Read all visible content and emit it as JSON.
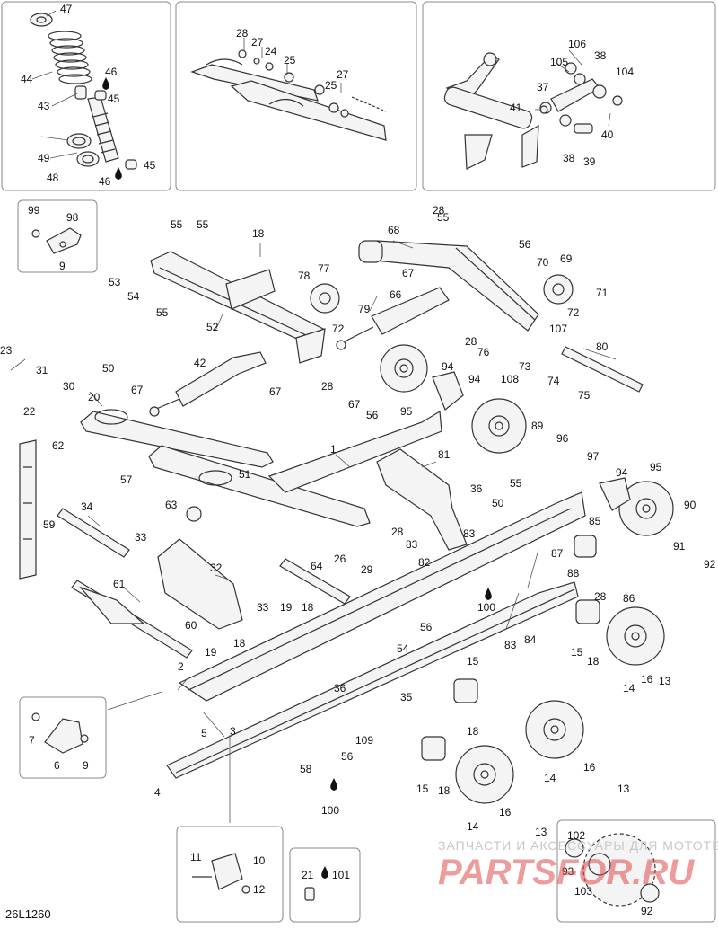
{
  "diagram": {
    "code": "26L1260",
    "watermark": {
      "line1": "ЗАПЧАСТИ И АКСЕССУАРЫ ДЛЯ МОТОТЕХНИКИ",
      "line2": "PARTSFOR.RU"
    },
    "oil_drop_labels": [
      "46",
      "46",
      "100",
      "100",
      "101"
    ],
    "callouts": [
      {
        "id": "c47",
        "n": "47"
      },
      {
        "id": "c44",
        "n": "44"
      },
      {
        "id": "c46a",
        "n": "46"
      },
      {
        "id": "c43",
        "n": "43"
      },
      {
        "id": "c45a",
        "n": "45"
      },
      {
        "id": "c49",
        "n": "49"
      },
      {
        "id": "c48",
        "n": "48"
      },
      {
        "id": "c45b",
        "n": "45"
      },
      {
        "id": "c46b",
        "n": "46"
      },
      {
        "id": "c28a",
        "n": "28"
      },
      {
        "id": "c27a",
        "n": "27"
      },
      {
        "id": "c24",
        "n": "24"
      },
      {
        "id": "c25a",
        "n": "25"
      },
      {
        "id": "c27b",
        "n": "27"
      },
      {
        "id": "c25b",
        "n": "25"
      },
      {
        "id": "c106",
        "n": "106"
      },
      {
        "id": "c105",
        "n": "105"
      },
      {
        "id": "c38a",
        "n": "38"
      },
      {
        "id": "c104",
        "n": "104"
      },
      {
        "id": "c37",
        "n": "37"
      },
      {
        "id": "c41",
        "n": "41"
      },
      {
        "id": "c40",
        "n": "40"
      },
      {
        "id": "c38b",
        "n": "38"
      },
      {
        "id": "c39",
        "n": "39"
      },
      {
        "id": "c99",
        "n": "99"
      },
      {
        "id": "c98",
        "n": "98"
      },
      {
        "id": "c9a",
        "n": "9"
      },
      {
        "id": "c55a",
        "n": "55"
      },
      {
        "id": "c55b",
        "n": "55"
      },
      {
        "id": "c18a",
        "n": "18"
      },
      {
        "id": "c53",
        "n": "53"
      },
      {
        "id": "c54a",
        "n": "54"
      },
      {
        "id": "c55c",
        "n": "55"
      },
      {
        "id": "c52",
        "n": "52"
      },
      {
        "id": "c78",
        "n": "78"
      },
      {
        "id": "c77",
        "n": "77"
      },
      {
        "id": "c79",
        "n": "79"
      },
      {
        "id": "c72a",
        "n": "72"
      },
      {
        "id": "c55d",
        "n": "55"
      },
      {
        "id": "c28b",
        "n": "28"
      },
      {
        "id": "c68",
        "n": "68"
      },
      {
        "id": "c56a",
        "n": "56"
      },
      {
        "id": "c70",
        "n": "70"
      },
      {
        "id": "c69",
        "n": "69"
      },
      {
        "id": "c67a",
        "n": "67"
      },
      {
        "id": "c66",
        "n": "66"
      },
      {
        "id": "c71",
        "n": "71"
      },
      {
        "id": "c72b",
        "n": "72"
      },
      {
        "id": "c28c",
        "n": "28"
      },
      {
        "id": "c76",
        "n": "76"
      },
      {
        "id": "c107",
        "n": "107"
      },
      {
        "id": "c80",
        "n": "80"
      },
      {
        "id": "c73",
        "n": "73"
      },
      {
        "id": "c74",
        "n": "74"
      },
      {
        "id": "c75",
        "n": "75"
      },
      {
        "id": "c23",
        "n": "23"
      },
      {
        "id": "c31",
        "n": "31"
      },
      {
        "id": "c22",
        "n": "22"
      },
      {
        "id": "c30",
        "n": "30"
      },
      {
        "id": "c50a",
        "n": "50"
      },
      {
        "id": "c42",
        "n": "42"
      },
      {
        "id": "c67b",
        "n": "67"
      },
      {
        "id": "c20",
        "n": "20"
      },
      {
        "id": "c67c",
        "n": "67"
      },
      {
        "id": "c28d",
        "n": "28"
      },
      {
        "id": "c67d",
        "n": "67"
      },
      {
        "id": "c56b",
        "n": "56"
      },
      {
        "id": "c95a",
        "n": "95"
      },
      {
        "id": "c94a",
        "n": "94"
      },
      {
        "id": "c94b",
        "n": "94"
      },
      {
        "id": "c108",
        "n": "108"
      },
      {
        "id": "c89",
        "n": "89"
      },
      {
        "id": "c96",
        "n": "96"
      },
      {
        "id": "c97",
        "n": "97"
      },
      {
        "id": "c94c",
        "n": "94"
      },
      {
        "id": "c95b",
        "n": "95"
      },
      {
        "id": "c90",
        "n": "90"
      },
      {
        "id": "c91",
        "n": "91"
      },
      {
        "id": "c92a",
        "n": "92"
      },
      {
        "id": "c62",
        "n": "62"
      },
      {
        "id": "c1",
        "n": "1"
      },
      {
        "id": "c81",
        "n": "81"
      },
      {
        "id": "c51",
        "n": "51"
      },
      {
        "id": "c57",
        "n": "57"
      },
      {
        "id": "c63",
        "n": "63"
      },
      {
        "id": "c59",
        "n": "59"
      },
      {
        "id": "c34",
        "n": "34"
      },
      {
        "id": "c33a",
        "n": "33"
      },
      {
        "id": "c36a",
        "n": "36"
      },
      {
        "id": "c55e",
        "n": "55"
      },
      {
        "id": "c50b",
        "n": "50"
      },
      {
        "id": "c28e",
        "n": "28"
      },
      {
        "id": "c83a",
        "n": "83"
      },
      {
        "id": "c83b",
        "n": "83"
      },
      {
        "id": "c82",
        "n": "82"
      },
      {
        "id": "c85",
        "n": "85"
      },
      {
        "id": "c87",
        "n": "87"
      },
      {
        "id": "c88",
        "n": "88"
      },
      {
        "id": "c26",
        "n": "26"
      },
      {
        "id": "c29",
        "n": "29"
      },
      {
        "id": "c64",
        "n": "64"
      },
      {
        "id": "c32",
        "n": "32"
      },
      {
        "id": "c61",
        "n": "61"
      },
      {
        "id": "c33b",
        "n": "33"
      },
      {
        "id": "c19a",
        "n": "19"
      },
      {
        "id": "c18b",
        "n": "18"
      },
      {
        "id": "c60",
        "n": "60"
      },
      {
        "id": "c56c",
        "n": "56"
      },
      {
        "id": "c54b",
        "n": "54"
      },
      {
        "id": "c19b",
        "n": "19"
      },
      {
        "id": "c18c",
        "n": "18"
      },
      {
        "id": "c100a",
        "n": "100"
      },
      {
        "id": "c28f",
        "n": "28"
      },
      {
        "id": "c86",
        "n": "86"
      },
      {
        "id": "c83c",
        "n": "83"
      },
      {
        "id": "c84",
        "n": "84"
      },
      {
        "id": "c15a",
        "n": "15"
      },
      {
        "id": "c18d",
        "n": "18"
      },
      {
        "id": "c14a",
        "n": "14"
      },
      {
        "id": "c16a",
        "n": "16"
      },
      {
        "id": "c13a",
        "n": "13"
      },
      {
        "id": "c2",
        "n": "2"
      },
      {
        "id": "c36b",
        "n": "36"
      },
      {
        "id": "c15b",
        "n": "15"
      },
      {
        "id": "c35",
        "n": "35"
      },
      {
        "id": "c109",
        "n": "109"
      },
      {
        "id": "c18e",
        "n": "18"
      },
      {
        "id": "c5",
        "n": "5"
      },
      {
        "id": "c3",
        "n": "3"
      },
      {
        "id": "c7",
        "n": "7"
      },
      {
        "id": "c6",
        "n": "6"
      },
      {
        "id": "c9b",
        "n": "9"
      },
      {
        "id": "c58",
        "n": "58"
      },
      {
        "id": "c56d",
        "n": "56"
      },
      {
        "id": "c100b",
        "n": "100"
      },
      {
        "id": "c15c",
        "n": "15"
      },
      {
        "id": "c18f",
        "n": "18"
      },
      {
        "id": "c14b",
        "n": "14"
      },
      {
        "id": "c16b",
        "n": "16"
      },
      {
        "id": "c13b",
        "n": "13"
      },
      {
        "id": "c4",
        "n": "4"
      },
      {
        "id": "c14c",
        "n": "14"
      },
      {
        "id": "c16c",
        "n": "16"
      },
      {
        "id": "c13c",
        "n": "13"
      },
      {
        "id": "c11",
        "n": "11"
      },
      {
        "id": "c10",
        "n": "10"
      },
      {
        "id": "c12",
        "n": "12"
      },
      {
        "id": "c21",
        "n": "21"
      },
      {
        "id": "c101",
        "n": "101"
      },
      {
        "id": "c102",
        "n": "102"
      },
      {
        "id": "c93",
        "n": "93"
      },
      {
        "id": "c103",
        "n": "103"
      },
      {
        "id": "c92b",
        "n": "92"
      }
    ]
  }
}
